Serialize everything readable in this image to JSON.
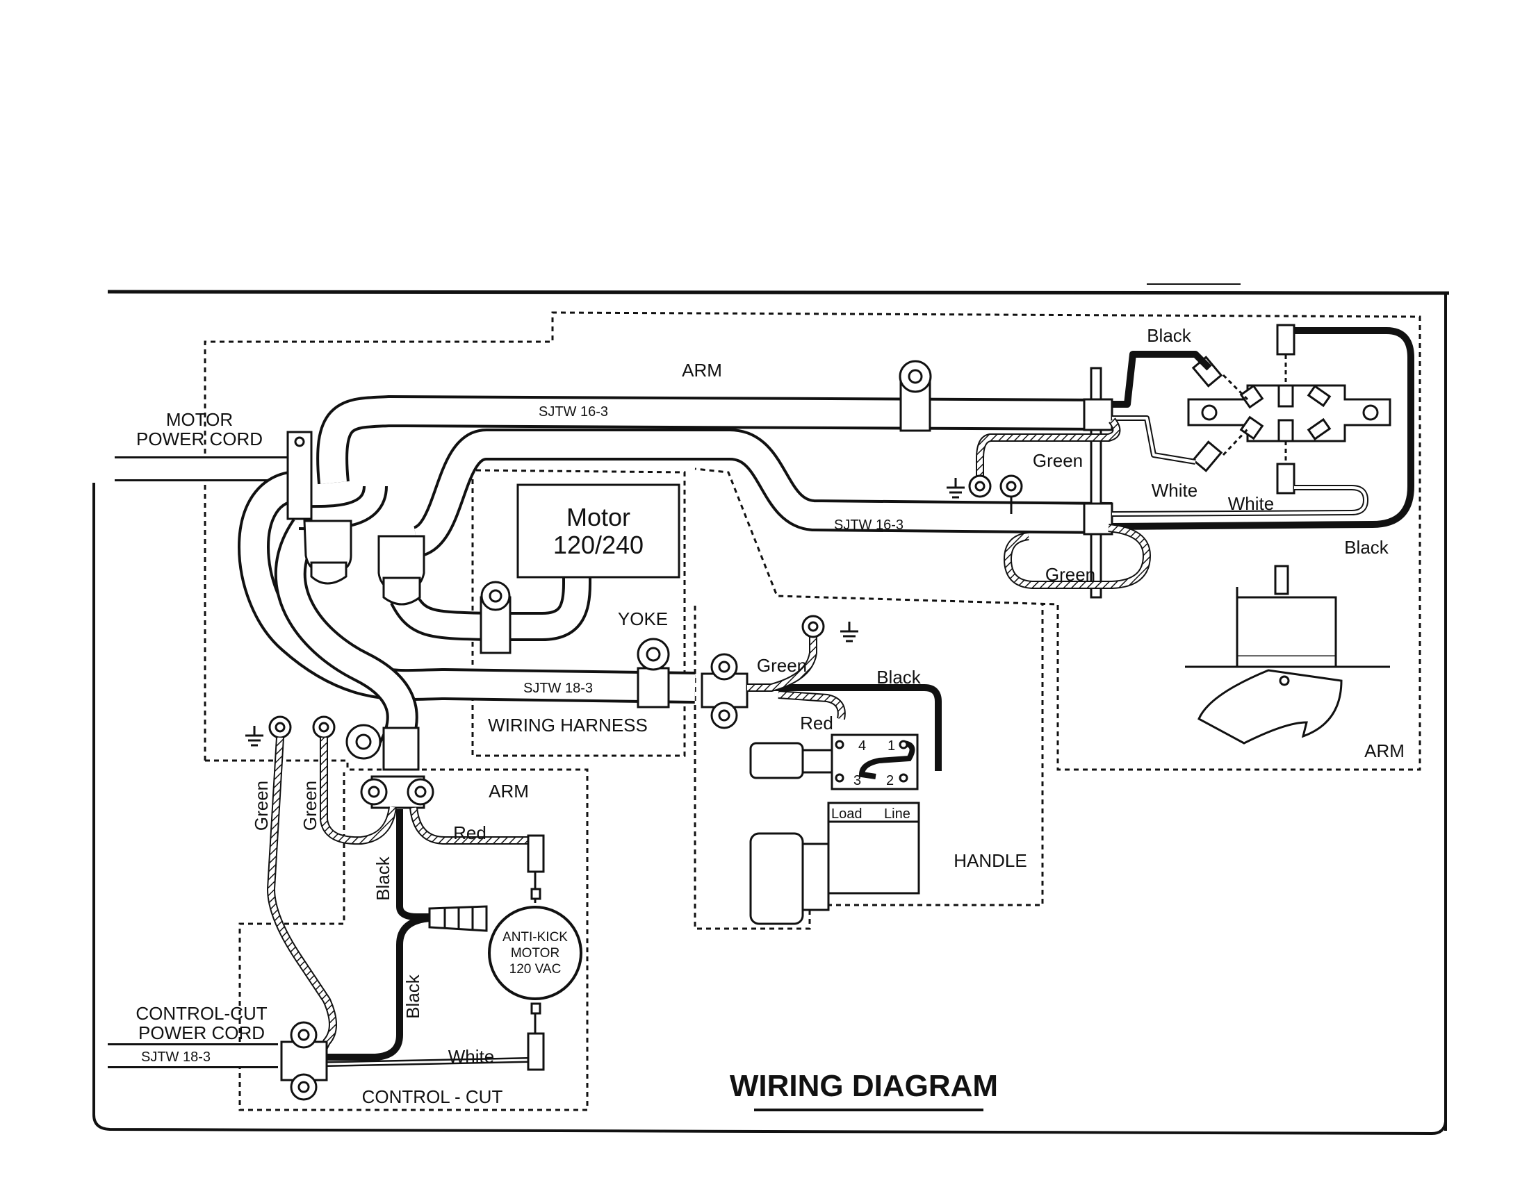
{
  "title": "WIRING DIAGRAM",
  "colors": {
    "ink": "#111111",
    "paper": "#ffffff"
  },
  "labels": {
    "motor_power_cord_1": "MOTOR",
    "motor_power_cord_2": "POWER CORD",
    "arm_top": "ARM",
    "arm_right": "ARM",
    "arm_left": "ARM",
    "cord_upper": "SJTW 16-3",
    "cord_lower": "SJTW 16-3",
    "motor_name": "Motor",
    "motor_rating": "120/240",
    "yoke": "YOKE",
    "harness_cord": "SJTW 18-3",
    "wiring_harness": "WIRING HARNESS",
    "handle": "HANDLE",
    "load": "Load",
    "line": "Line",
    "anti_kick_1": "ANTI-KICK",
    "anti_kick_2": "MOTOR",
    "anti_kick_3": "120 VAC",
    "control_cut_cord_1": "CONTROL-CUT",
    "control_cut_cord_2": "POWER CORD",
    "control_cut_cord_type": "SJTW 18-3",
    "control_cut": "CONTROL - CUT"
  },
  "wires": {
    "black_top": "Black",
    "white_mid": "White",
    "white_low": "White",
    "black_right": "Black",
    "green_arm_upper": "Green",
    "green_arm_lower": "Green",
    "green_handle": "Green",
    "black_handle": "Black",
    "red_handle": "Red",
    "green_left_1": "Green",
    "green_left_2": "Green",
    "red_cc": "Red",
    "black_cc_1": "Black",
    "black_cc_2": "Black",
    "white_cc": "White"
  },
  "switch_terminals": {
    "t1": "1",
    "t2": "2",
    "t3": "3",
    "t4": "4"
  },
  "icons": [
    "ground-icon",
    "ring-terminal-icon",
    "wire-nut-icon",
    "cord-clamp-icon",
    "connector-icon"
  ]
}
